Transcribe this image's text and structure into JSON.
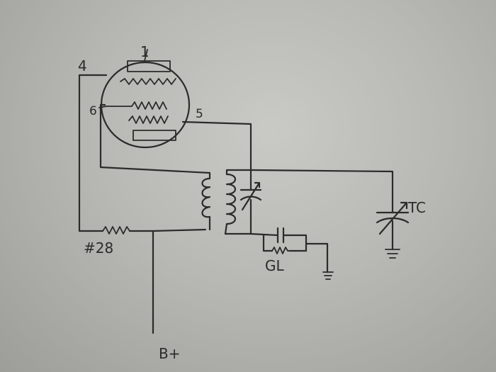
{
  "diagram": {
    "labels": {
      "pin_top": "1",
      "pin_left_top": "4",
      "pin_left_mid": "6",
      "pin_right": "5",
      "resistor_label": "#28",
      "grid_leak_label": "GL",
      "tuning_cap_label": "TC",
      "supply_label": "B+"
    },
    "colors": {
      "ink": "#2b2b2b",
      "paper": "#c9c9c5"
    }
  }
}
